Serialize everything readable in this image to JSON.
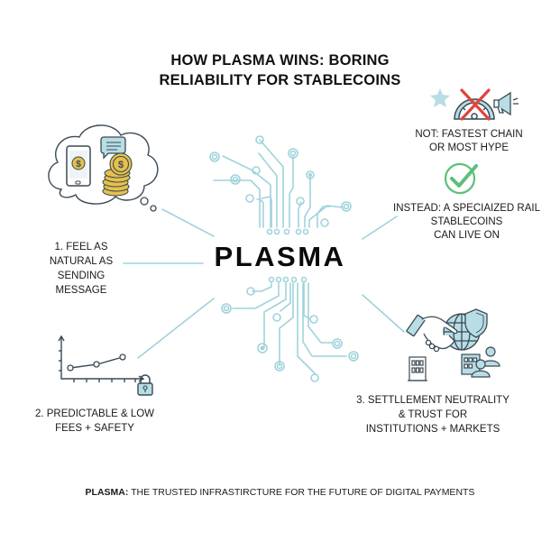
{
  "title": {
    "line1": "HOW PLASMA WINS: BORING",
    "line2": "RELIABILITY FOR STABLECOINS"
  },
  "center": {
    "label": "PLASMA"
  },
  "points": [
    {
      "id": "feel-natural",
      "lines": [
        "1. FEEL AS",
        "NATURAL AS",
        "SENDING",
        "MESSAGE"
      ],
      "icons": [
        "thought-cloud-icon",
        "smartphone-dollar-icon",
        "chat-bubble-icon",
        "coin-stack-icon"
      ]
    },
    {
      "id": "predictable-fees",
      "lines": [
        "2. PREDICTABLE & LOW",
        "FEES + SAFETY"
      ],
      "icons": [
        "line-chart-icon",
        "padlock-icon"
      ]
    },
    {
      "id": "settlement-neutrality",
      "lines": [
        "3. SETTLLEMENT NEUTRALITY",
        "& TRUST FOR",
        "INSTITUTIONS + MARKETS"
      ],
      "icons": [
        "handshake-icon",
        "globe-icon",
        "shield-icon",
        "bank-building-icon",
        "office-building-icon",
        "people-icon"
      ]
    }
  ],
  "contrast": {
    "not": {
      "lines": [
        "NOT: FASTEST CHAIN",
        "OR MOST HYPE"
      ],
      "icons": [
        "star-icon",
        "speedometer-icon",
        "red-x-icon",
        "megaphone-icon"
      ]
    },
    "instead": {
      "lines": [
        "INSTEAD: A SPECIAIZED RAIL",
        "STABLECOINS",
        "CAN LIVE ON"
      ],
      "icons": [
        "green-check-icon"
      ]
    }
  },
  "footer": {
    "bold": "PLASMA:",
    "text": " THE TRUSTED INFRASTIRCTURE FOR THE FUTURE OF DIGITAL PAYMENTS"
  },
  "colors": {
    "circuit": "#9fd3dc",
    "icon_fill": "#b8dde5",
    "icon_stroke": "#3a4a55",
    "coin": "#e6c04a",
    "check": "#5cbf7a",
    "cross": "#e0443a",
    "text": "#111111"
  }
}
